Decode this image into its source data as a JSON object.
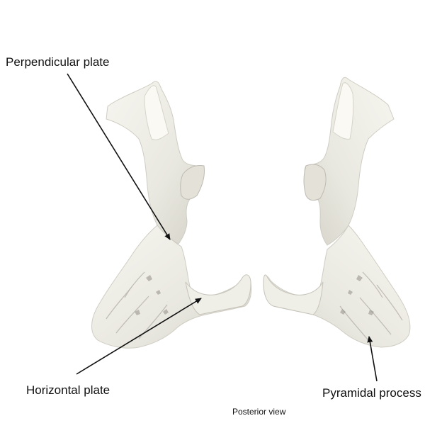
{
  "labels": {
    "perpendicular_plate": "Perpendicular plate",
    "horizontal_plate": "Horizontal plate",
    "pyramidal_process": "Pyramidal process"
  },
  "caption": "Posterior view",
  "colors": {
    "bone_fill": "#ecebe4",
    "bone_shade": "#c9c7bd",
    "bone_dark": "#8f8d86",
    "arrow": "#111111",
    "text": "#111111"
  }
}
